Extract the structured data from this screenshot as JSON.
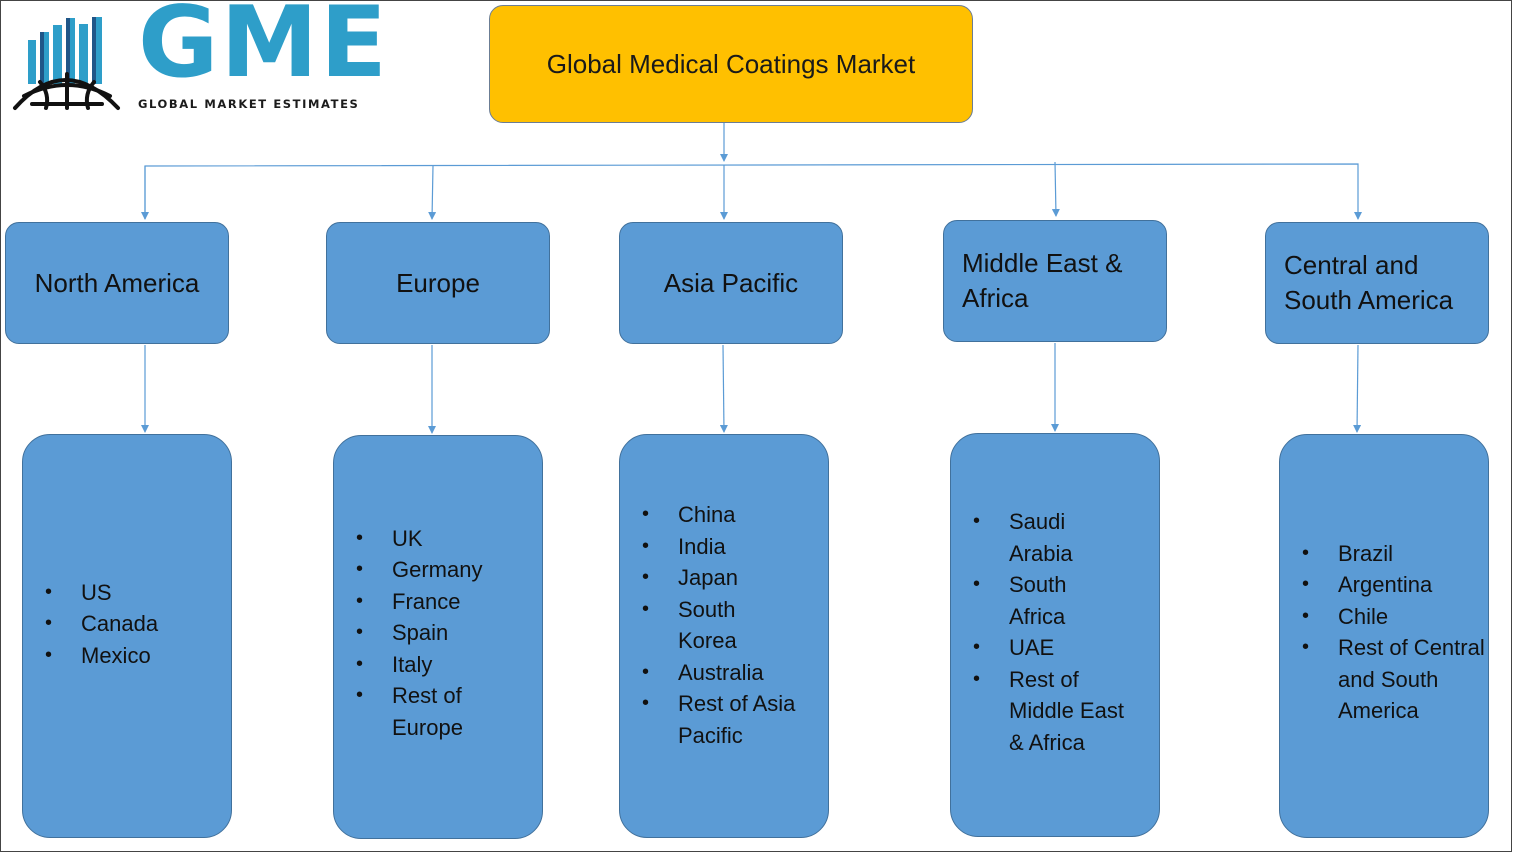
{
  "logo": {
    "wordmark": "GME",
    "tagline": "GLOBAL MARKET ESTIMATES",
    "icon": "globe-bars-icon"
  },
  "root": {
    "title": "Global Medical Coatings Market"
  },
  "regions": [
    {
      "label_lines": [
        "North America"
      ],
      "countries": [
        "US",
        "Canada",
        "Mexico"
      ]
    },
    {
      "label_lines": [
        "Europe"
      ],
      "countries": [
        "UK",
        "Germany",
        "France",
        "Spain",
        "Italy",
        "Rest of Europe"
      ]
    },
    {
      "label_lines": [
        "Asia Pacific"
      ],
      "countries": [
        "China",
        "India",
        "Japan",
        "South Korea",
        "Australia",
        "Rest of Asia Pacific"
      ]
    },
    {
      "label_lines": [
        "Middle East &",
        "Africa"
      ],
      "countries": [
        "Saudi Arabia",
        "South Africa",
        "UAE",
        "Rest of Middle East & Africa"
      ]
    },
    {
      "label_lines": [
        "Central and",
        "South America"
      ],
      "countries": [
        "Brazil",
        "Argentina",
        "Chile",
        "Rest of Central and South America"
      ]
    }
  ],
  "colors": {
    "root_fill": "#ffc000",
    "box_fill": "#5b9bd5",
    "box_border": "#41719c",
    "connector": "#5b9bd5",
    "logo_blue": "#2e9ec9"
  }
}
